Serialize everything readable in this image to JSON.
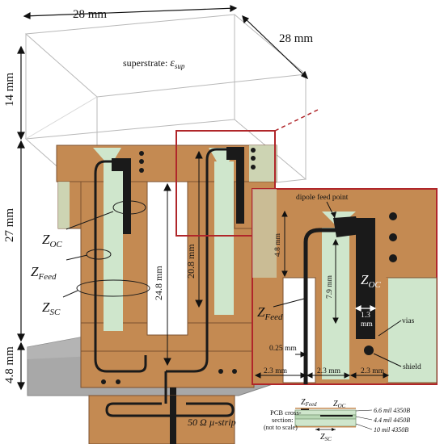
{
  "dims": {
    "width_top": "28 mm",
    "depth_top": "28 mm",
    "superstrate_height": "14 mm",
    "pcb_height": "27 mm",
    "ground_height": "4.8 mm"
  },
  "superstrate": {
    "prefix": "superstrate: ",
    "eps": "ε",
    "eps_sub": "sup"
  },
  "labels": {
    "zoc_main": "Z",
    "zoc_sub": "OC",
    "zfeed_main": "Z",
    "zfeed_sub": "Feed",
    "zsc_main": "Z",
    "zsc_sub": "SC",
    "line_24_8": "24.8 mm",
    "line_20_8": "20.8 mm",
    "microstrip": "50 Ω µ-strip"
  },
  "inset": {
    "dipole_feed_point": "dipole feed point",
    "d_4_8": "4.8 mm",
    "d_7_9": "7.9 mm",
    "zoc_main": "Z",
    "zoc_sub": "OC",
    "zfeed_main": "Z",
    "zfeed_sub": "Feed",
    "d_1_3_a": "1.3",
    "d_1_3_b": "mm",
    "vias": "vias",
    "d_0_25": "0.25 mm",
    "shield": "shield",
    "d_2_3_a": "2.3 mm",
    "d_2_3_b": "2.3 mm",
    "d_2_3_c": "2.3 mm"
  },
  "cross_section": {
    "title_1": "PCB cross-",
    "title_2": "section:",
    "title_3": "(not to scale)",
    "zfeed_main": "Z",
    "zfeed_sub": "Feed",
    "zoc_main": "Z",
    "zoc_sub": "OC",
    "zsc_main": "Z",
    "zsc_sub": "SC",
    "layer_1": "6.6 mil 4350B",
    "layer_2": "4.4 mil 4450B",
    "layer_3": "10 mil 4350B"
  },
  "colors": {
    "copper": "#c48a52",
    "copper_dark": "#a86f3c",
    "green_sub": "#cfe6cc",
    "trace": "#1a1a1a",
    "inset_frame": "#b0262a",
    "ground": "#9a9a9a",
    "box_line": "#b8b8b8"
  }
}
